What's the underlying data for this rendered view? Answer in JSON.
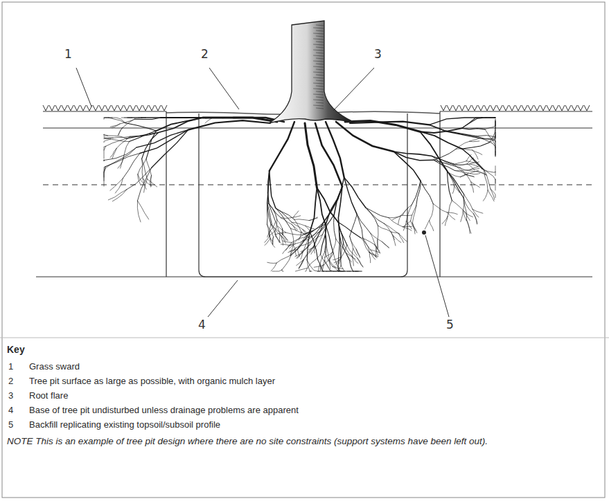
{
  "diagram": {
    "labels": [
      "1",
      "2",
      "3",
      "4",
      "5",
      "Key",
      "1",
      "Grass sward",
      "2",
      "Tree pit surface as large as possible, with organic mulch layer",
      "3",
      "Root flare",
      "4",
      "Base of tree pit undisturbed unless drainage problems are apparent",
      "5",
      "Backfill replicating existing topsoil/subsoil profile",
      "NOTE This is an example of tree pit design where there are no site constraints (support systems have been left out)."
    ]
  }
}
